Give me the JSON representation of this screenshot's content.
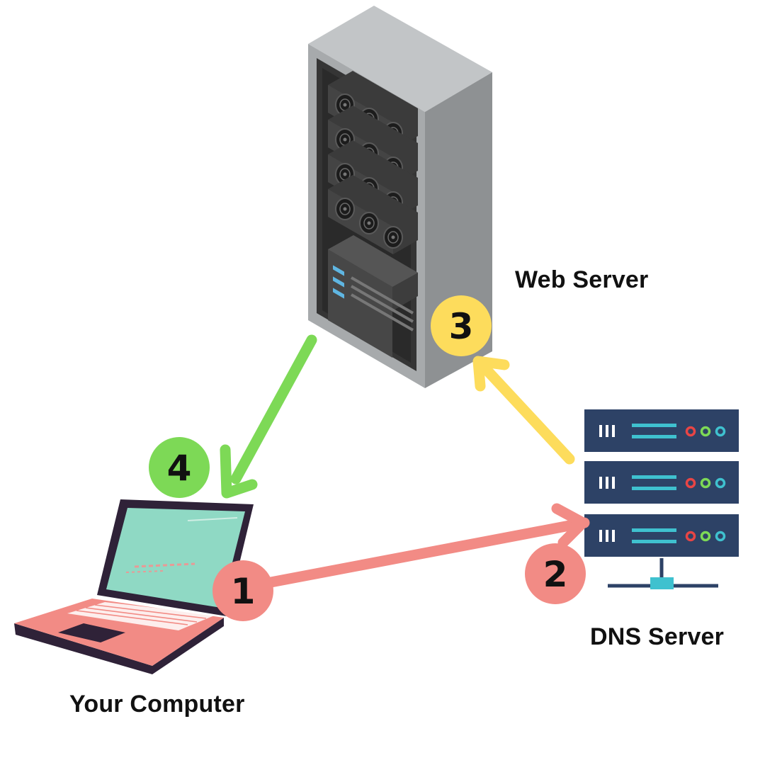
{
  "nodes": {
    "web_server": {
      "label": "Web Server"
    },
    "dns_server": {
      "label": "DNS Server"
    },
    "computer": {
      "label": "Your Computer"
    }
  },
  "steps": [
    {
      "number": "1",
      "color": "#f28b85",
      "from": "computer",
      "to": "dns_server"
    },
    {
      "number": "2",
      "color": "#f28b85"
    },
    {
      "number": "3",
      "color": "#fddc5c",
      "from": "dns_server",
      "to": "web_server"
    },
    {
      "number": "4",
      "color": "#7dd956",
      "from": "web_server",
      "to": "computer"
    }
  ],
  "colors": {
    "rack_body": "#a7aaac",
    "rack_dark": "#3a3a3a",
    "dns_unit": "#2d4266",
    "accent_cyan": "#3fc1cf",
    "screen": "#8fd9c4",
    "laptop_body": "#f28b85",
    "laptop_frame": "#2f2238"
  }
}
